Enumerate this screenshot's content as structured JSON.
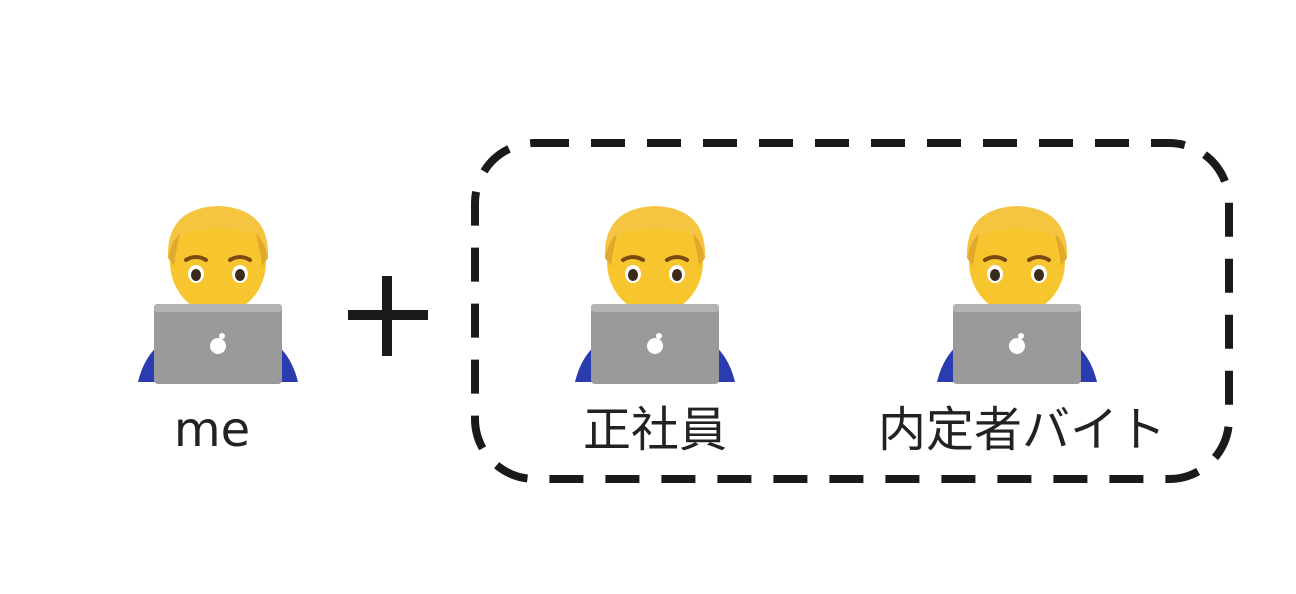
{
  "diagram": {
    "operator": "+",
    "people": [
      {
        "label": "me",
        "icon": "technologist-icon"
      },
      {
        "label": "正社員",
        "icon": "technologist-icon"
      },
      {
        "label": "内定者バイト",
        "icon": "technologist-icon"
      }
    ],
    "colors": {
      "hair": "#F5C542",
      "skin": "#F7C52D",
      "laptop": "#9A9A9A",
      "shirt": "#2B3CB0",
      "stroke": "#1A1A1A"
    }
  }
}
